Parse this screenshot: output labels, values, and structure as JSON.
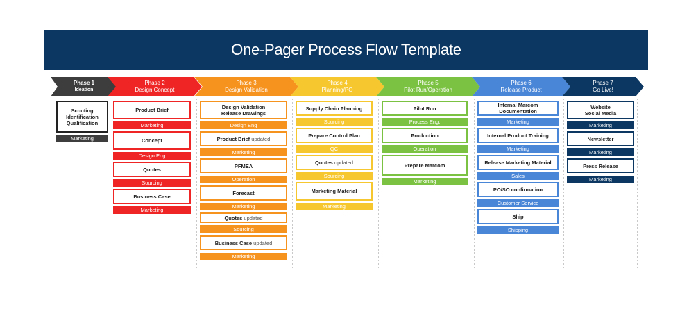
{
  "title": "One-Pager Process Flow Template",
  "phases": [
    {
      "label": "Phase 1",
      "name": "Ideation",
      "color": "#3d3d3d",
      "tasks": [
        {
          "title": "Scouting\nIdentification\nQualification",
          "owner": "Marketing",
          "h": 46
        }
      ]
    },
    {
      "label": "Phase 2",
      "name": "Design Concept",
      "color": "#ee2524",
      "tasks": [
        {
          "title": "Product Brief",
          "owner": "Marketing",
          "h": 27
        },
        {
          "title": "Concept",
          "owner": "Design Eng",
          "h": 27
        },
        {
          "title": "Quotes",
          "owner": "Sourcing",
          "h": 22
        },
        {
          "title": "Business Case",
          "owner": "Marketing",
          "h": 22
        }
      ]
    },
    {
      "label": "Phase 3",
      "name": "Design Validation",
      "color": "#f6921e",
      "tasks": [
        {
          "title": "Design Validation\nRelease Drawings",
          "owner": "Design Eng",
          "h": 27
        },
        {
          "title": "Product Brief",
          "suffix": "updated",
          "owner": "Marketing",
          "h": 22
        },
        {
          "title": "PFMEA",
          "owner": "Operation",
          "h": 22
        },
        {
          "title": "Forecast",
          "owner": "Marketing",
          "h": 22
        },
        {
          "title": "Quotes",
          "suffix": "updated",
          "owner": "Sourcing",
          "h": 16
        },
        {
          "title": "Business Case",
          "suffix": "updated",
          "owner": "Marketing",
          "h": 22
        }
      ]
    },
    {
      "label": "Phase 4",
      "name": "Planning/PO",
      "color": "#f7c730",
      "tasks": [
        {
          "title": "Supply Chain Planning",
          "owner": "Sourcing",
          "h": 22
        },
        {
          "title": "Prepare Control Plan",
          "owner": "QC",
          "h": 22
        },
        {
          "title": "Quotes",
          "suffix": "updated",
          "owner": "Sourcing",
          "h": 22
        },
        {
          "title": "Marketing Material",
          "owner": "Marketing",
          "h": 27
        }
      ]
    },
    {
      "label": "Phase 5",
      "name": "Pilot Run/Operation",
      "color": "#7cc242",
      "tasks": [
        {
          "title": "Pilot Run",
          "owner": "Process Eng.",
          "h": 22
        },
        {
          "title": "Production",
          "owner": "Operation",
          "h": 22
        },
        {
          "title": "Prepare Marcom",
          "owner": "Marketing",
          "h": 30
        }
      ]
    },
    {
      "label": "Phase 6",
      "name": "Release Product",
      "color": "#4a86d8",
      "tasks": [
        {
          "title": "Internal Marcom\nDocumentation",
          "owner": "Marketing",
          "h": 22
        },
        {
          "title": "Internal Product Training",
          "owner": "Marketing",
          "h": 22
        },
        {
          "title": "Release Marketing Material",
          "owner": "Sales",
          "h": 22
        },
        {
          "title": "PO/SO confirmation",
          "owner": "Customer Service",
          "h": 22
        },
        {
          "title": "Ship",
          "owner": "Shipping",
          "h": 22
        }
      ]
    },
    {
      "label": "Phase 7",
      "name": "Go Live!",
      "color": "#0b3762",
      "tasks": [
        {
          "title": "Website\nSocial Media",
          "owner": "Marketing",
          "h": 27
        },
        {
          "title": "Newsletter",
          "owner": "Marketing",
          "h": 22
        },
        {
          "title": "Press Release",
          "owner": "Marketing",
          "h": 22
        }
      ]
    }
  ]
}
